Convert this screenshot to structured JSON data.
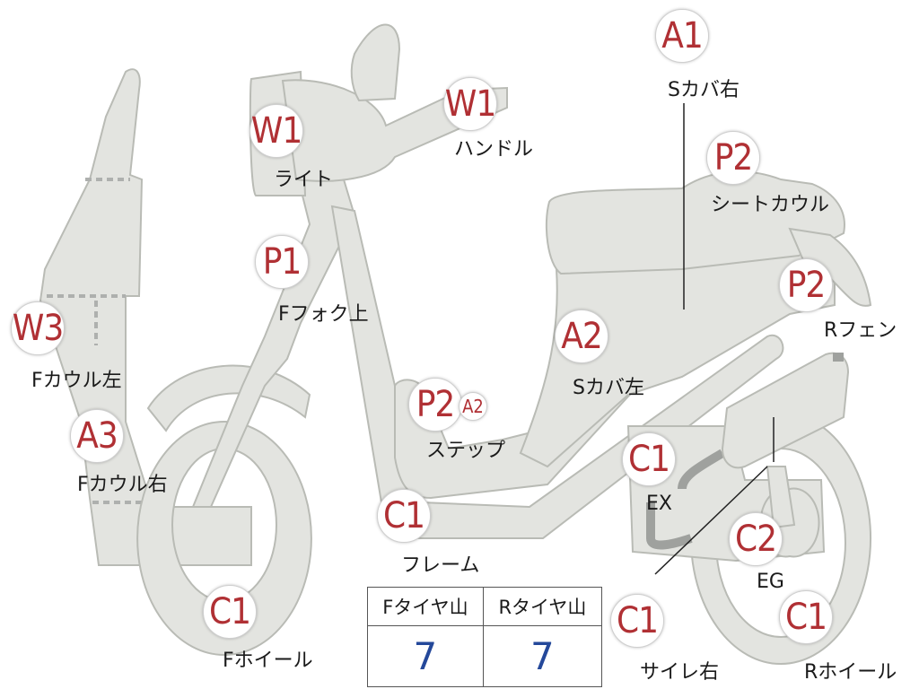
{
  "parts": {
    "s_cover_right": {
      "grade": "A1",
      "label": "Sカバ右"
    },
    "handle": {
      "grade": "W1",
      "label": "ハンドル"
    },
    "light": {
      "grade": "W1",
      "label": "ライト"
    },
    "seat_cowl": {
      "grade": "P2",
      "label": "シートカウル"
    },
    "f_fork_upper": {
      "grade": "P1",
      "label": "Fフォク上"
    },
    "r_fender": {
      "grade": "P2",
      "label": "Rフェン"
    },
    "f_cowl_left": {
      "grade": "W3",
      "label": "Fカウル左"
    },
    "s_cover_left": {
      "grade": "A2",
      "label": "Sカバ左"
    },
    "step": {
      "grade": "P2",
      "grade2": "A2",
      "label": "ステップ"
    },
    "f_cowl_right": {
      "grade": "A3",
      "label": "Fカウル右"
    },
    "ex": {
      "grade": "C1",
      "label": "EX"
    },
    "frame": {
      "grade": "C1",
      "label": "フレーム"
    },
    "eg": {
      "grade": "C2",
      "label": "EG"
    },
    "f_wheel": {
      "grade": "C1",
      "label": "Fホイール"
    },
    "muffler_right": {
      "grade": "C1",
      "label": "サイレ右"
    },
    "r_wheel": {
      "grade": "C1",
      "label": "Rホイール"
    }
  },
  "tire_table": {
    "headers": [
      "Fタイヤ山",
      "Rタイヤ山"
    ],
    "values": [
      "7",
      "7"
    ]
  },
  "colors": {
    "grade_text": "#b03034",
    "table_value": "#24489a",
    "part_fill": "#e3e4e0"
  }
}
